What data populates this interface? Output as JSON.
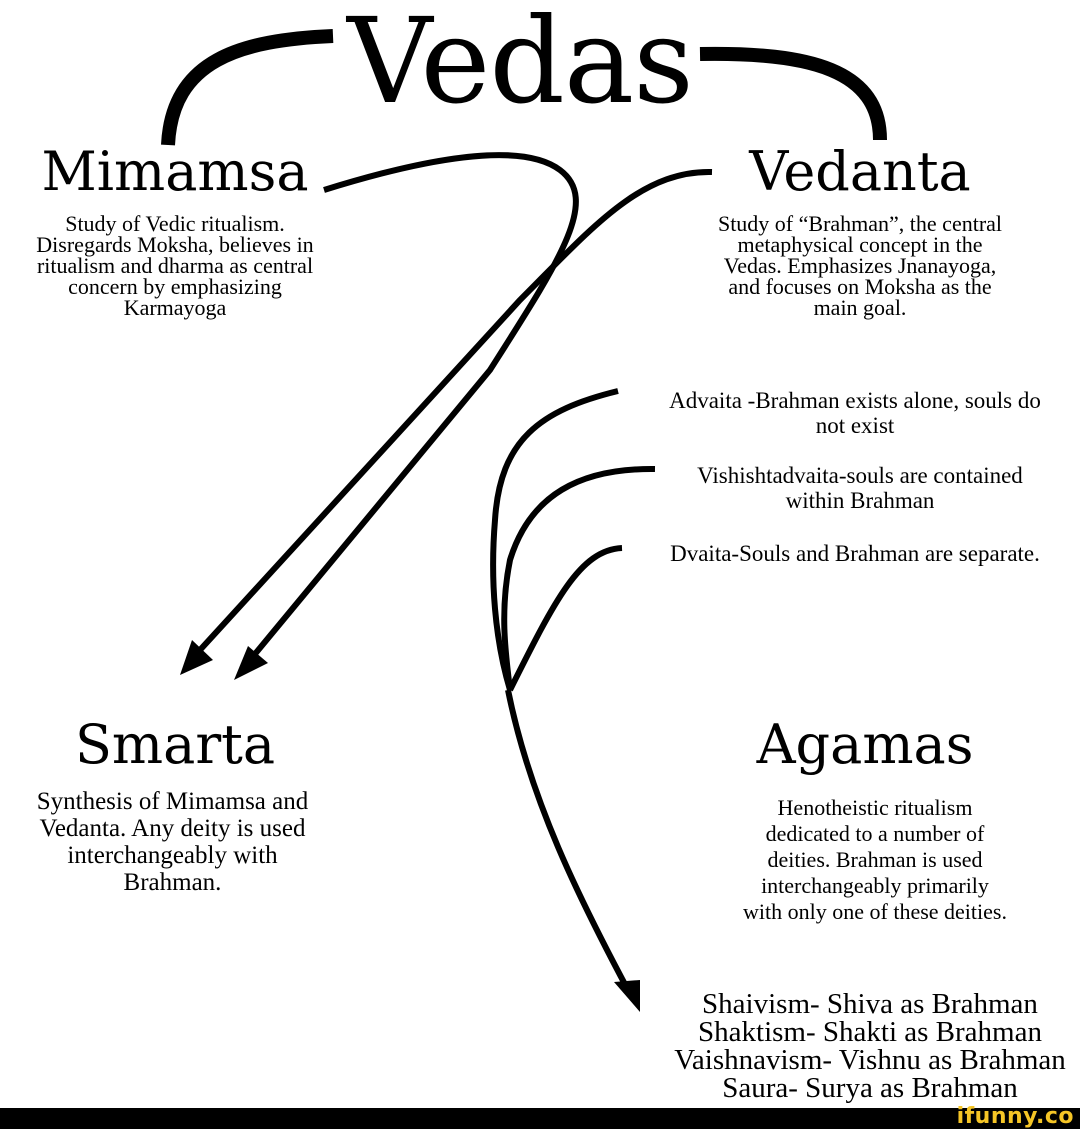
{
  "title": "Vedas",
  "mimamsa": {
    "heading": "Mimamsa",
    "lines": [
      "Study of Vedic ritualism.",
      "Disregards Moksha, believes in",
      "ritualism and dharma as central",
      "concern by emphasizing",
      "Karmayoga"
    ]
  },
  "vedanta": {
    "heading": "Vedanta",
    "lines": [
      "Study of “Brahman”, the central",
      "metaphysical concept in the",
      "Vedas. Emphasizes Jnanayoga,",
      "and focuses on Moksha as the",
      "main goal."
    ],
    "branches": [
      {
        "lines": [
          "Advaita -Brahman exists alone, souls do",
          "not exist"
        ]
      },
      {
        "lines": [
          "Vishishtadvaita-souls are contained",
          "within Brahman"
        ]
      },
      {
        "lines": [
          "Dvaita-Souls and Brahman are separate."
        ]
      }
    ]
  },
  "smarta": {
    "heading": "Smarta",
    "lines": [
      "Synthesis of Mimamsa and",
      "Vedanta. Any deity is used",
      "interchangeably with",
      "Brahman."
    ]
  },
  "agamas": {
    "heading": "Agamas",
    "lines": [
      "Henotheistic ritualism",
      "dedicated to a number of",
      "deities. Brahman is used",
      "interchangeably primarily",
      "with only one of these deities."
    ],
    "sects": [
      "Shaivism- Shiva as Brahman",
      "Shaktism- Shakti as Brahman",
      "Vaishnavism- Vishnu as Brahman",
      "Saura- Surya as Brahman"
    ]
  },
  "footer": {
    "watermark": "ifunny.co",
    "background": "#000000",
    "watermark_color": "#f5c526"
  },
  "icons": {
    "arrowheads": "arrow-icon",
    "smiley": "smiley-icon"
  }
}
